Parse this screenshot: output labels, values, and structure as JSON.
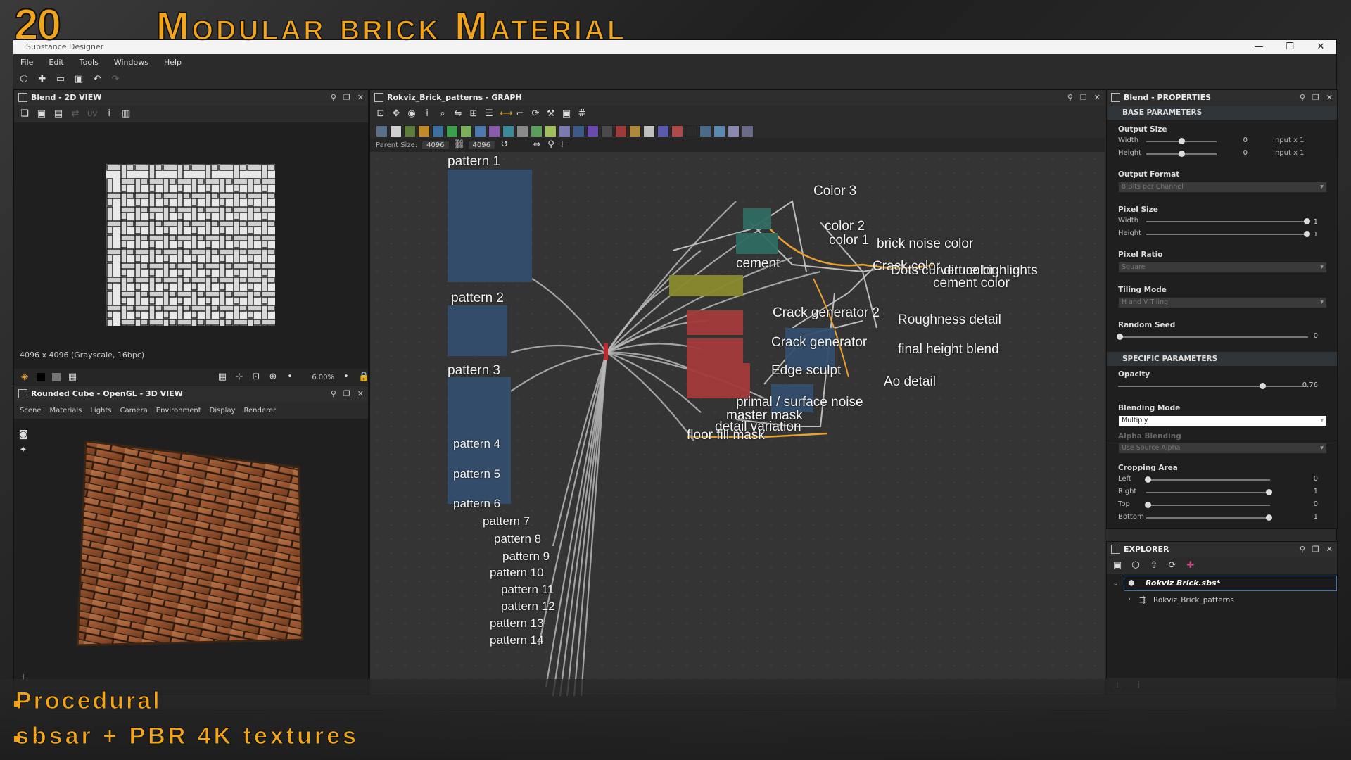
{
  "banner": {
    "number": "20",
    "title": "Modular brick Material"
  },
  "window": {
    "title": "Substance Designer",
    "min": "—",
    "max": "❐",
    "close": "✕"
  },
  "menu": [
    "File",
    "Edit",
    "Tools",
    "Windows",
    "Help"
  ],
  "view2d": {
    "title": "Blend - 2D VIEW",
    "info": "4096 x 4096 (Grayscale, 16bpc)",
    "zoom": "6.00%",
    "uv_label": "UV"
  },
  "view3d": {
    "title": "Rounded Cube - OpenGL - 3D VIEW",
    "menu": [
      "Scene",
      "Materials",
      "Lights",
      "Camera",
      "Environment",
      "Display",
      "Renderer"
    ]
  },
  "graph": {
    "title": "Rokviz_Brick_patterns - GRAPH",
    "parent_size_label": "Parent Size:",
    "size_a": "4096",
    "size_b": "4096",
    "nodes": [
      "pattern 1",
      "pattern 2",
      "pattern 3",
      "pattern 4",
      "pattern 5",
      "pattern 6",
      "pattern 7",
      "pattern 8",
      "pattern 9",
      "pattern 10",
      "pattern 11",
      "pattern 12",
      "pattern 13",
      "pattern 14",
      "Color 3",
      "color 2",
      "color 1",
      "brick noise color",
      "Crack color",
      "Dots",
      "curveture highlights",
      "dirt color",
      "cement color",
      "cement",
      "Crack generator 2",
      "Crack generator",
      "Edge sculpt",
      "Roughness detail",
      "final height blend",
      "Ao detail",
      "primal / surface noise",
      "master mask",
      "detail variation",
      "floor fill mask"
    ]
  },
  "properties": {
    "title": "Blend - PROPERTIES",
    "base_section": "BASE PARAMETERS",
    "specific_section": "SPECIFIC PARAMETERS",
    "output_size": "Output Size",
    "width": "Width",
    "height": "Height",
    "output_size_width_val": "0",
    "output_size_height_val": "0",
    "input_mult": "Input x 1",
    "output_format": "Output Format",
    "output_format_val": "8 Bits per Channel",
    "pixel_size": "Pixel Size",
    "pixel_w_val": "1",
    "pixel_h_val": "1",
    "pixel_ratio": "Pixel Ratio",
    "pixel_ratio_val": "Square",
    "tiling_mode": "Tiling Mode",
    "tiling_mode_val": "H and V Tiling",
    "random_seed": "Random Seed",
    "random_seed_val": "0",
    "opacity": "Opacity",
    "opacity_val": "0.76",
    "blending_mode": "Blending Mode",
    "blending_mode_val": "Multiply",
    "alpha_blending": "Alpha Blending",
    "alpha_blending_val": "Use Source Alpha",
    "cropping_area": "Cropping Area",
    "left": "Left",
    "right": "Right",
    "top": "Top",
    "bottom": "Bottom",
    "crop_left_val": "0",
    "crop_right_val": "1",
    "crop_top_val": "0",
    "crop_bottom_val": "1"
  },
  "explorer": {
    "title": "EXPLORER",
    "package": "Rokviz Brick.sbs*",
    "graph_item": "Rokviz_Brick_patterns"
  },
  "footer": {
    "line1": "Procedural",
    "line2": "sbsar + PBR 4K textures"
  },
  "colors": {
    "accent": "#f2a51a",
    "node_blue": "#334e6d",
    "node_red": "#a33a3a",
    "node_yellow": "#8a8a2e",
    "node_teal": "#2e6b62"
  }
}
